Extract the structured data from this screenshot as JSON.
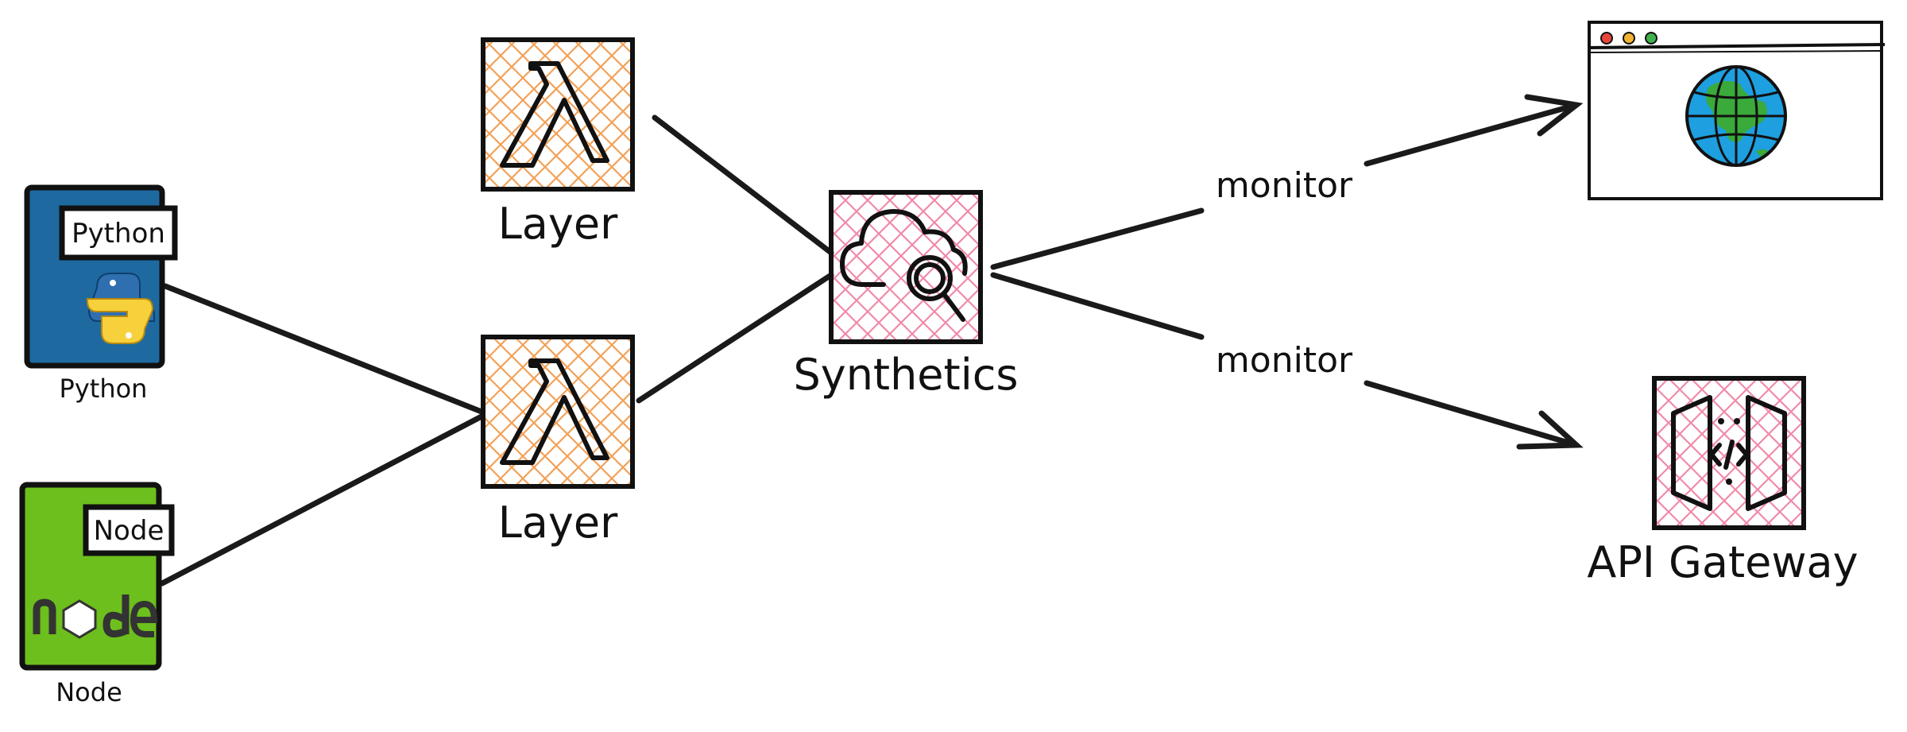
{
  "colors": {
    "python_book": "#1e6aa0",
    "node_book": "#6cbf1c",
    "lambda_hatch": "#f2a158",
    "synthetics_hatch": "#f08aa8",
    "ink": "#111111",
    "dot_red": "#e8463c",
    "dot_yellow": "#f2b233",
    "dot_green": "#3fb04c",
    "globe_blue": "#1e9fe0",
    "globe_green": "#3aaa3a"
  },
  "nodes": {
    "python": {
      "tag": "Python",
      "label": "Python",
      "icon": "python-logo-icon"
    },
    "node": {
      "tag": "Node",
      "label": "Node",
      "icon": "nodejs-logo-icon"
    },
    "layer_top": {
      "label": "Layer",
      "icon": "lambda-icon"
    },
    "layer_bottom": {
      "label": "Layer",
      "icon": "lambda-icon"
    },
    "synthetics": {
      "label": "Synthetics",
      "icon": "cloud-search-icon"
    },
    "website": {
      "icon": "browser-globe-icon"
    },
    "api_gateway": {
      "label": "API Gateway",
      "icon": "api-gateway-icon"
    }
  },
  "edges": {
    "monitor_top": "monitor",
    "monitor_bottom": "monitor"
  }
}
